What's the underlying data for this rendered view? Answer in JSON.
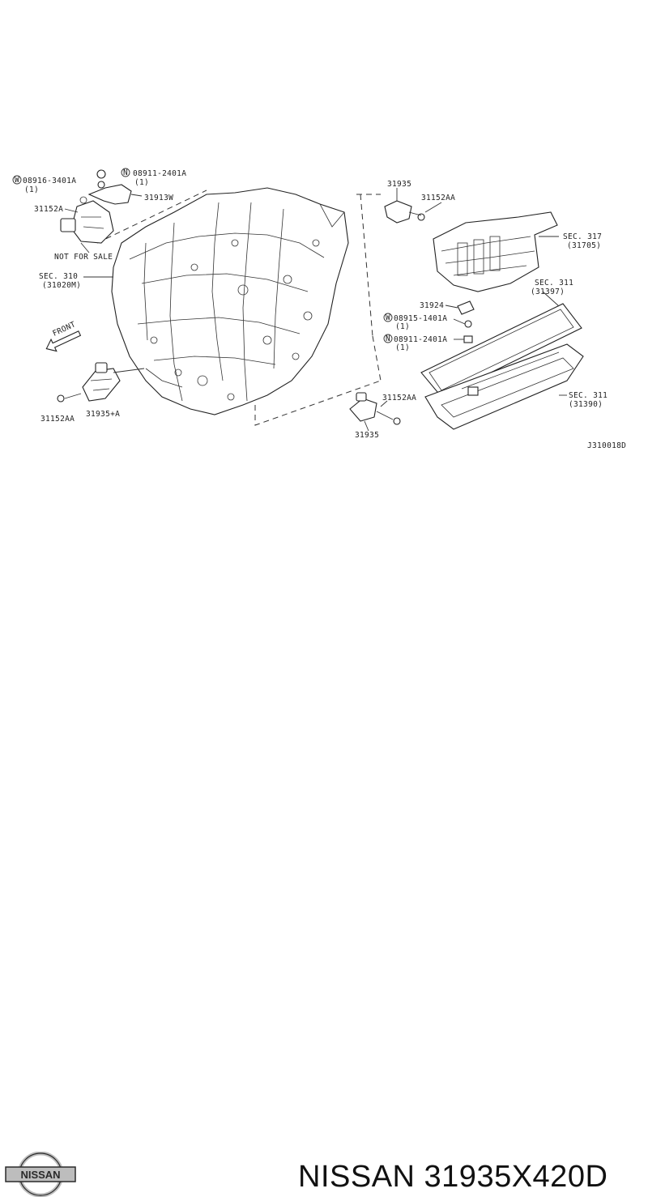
{
  "diagram": {
    "labels": {
      "l01": "08916-3401A",
      "l01q": "(1)",
      "l02": "08911-2401A",
      "l02q": "(1)",
      "l03": "31913W",
      "l04": "31152A",
      "l05": "NOT FOR SALE",
      "l06": "SEC. 310",
      "l06b": "(31020M)",
      "l07": "FRONT",
      "l08": "31152AA",
      "l09": "31935+A",
      "l10": "31935",
      "l11": "31152AA",
      "l12": "SEC. 317",
      "l12b": "(31705)",
      "l13": "SEC. 311",
      "l13b": "(31397)",
      "l14": "31924",
      "l15": "08915-1401A",
      "l15q": "(1)",
      "l16": "08911-2401A",
      "l16q": "(1)",
      "l17": "SEC. 311",
      "l17b": "(31390)",
      "l18": "31152AA",
      "l19": "31935",
      "l20": "J310018D"
    },
    "symbols": {
      "washer": "W",
      "nut": "N"
    }
  },
  "footer": {
    "logo_text": "NISSAN",
    "part_title": "NISSAN 31935X420D"
  },
  "colors": {
    "line": "#333333",
    "logo_dark": "#2a2a2a",
    "logo_light": "#bdbdbd"
  }
}
